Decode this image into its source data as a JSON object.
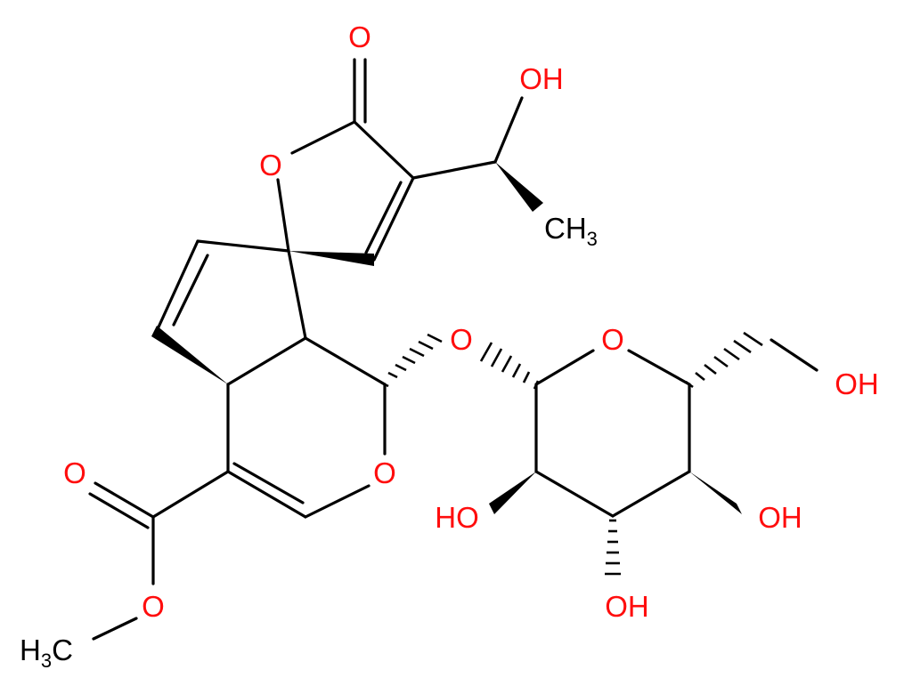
{
  "colors": {
    "oxygen": "#ff0d0d",
    "carbon": "#000000",
    "background": "#ffffff"
  },
  "atoms": {
    "o_lactone_carbonyl": "O",
    "o_side_hydroxyl": "OH",
    "o_lactone_ring": "O",
    "methyl_side": "CH",
    "methyl_side_sub": "3",
    "o_glycosidic": "O",
    "o_sugar_ring": "O",
    "o_hydroxymethyl": "OH",
    "o_ester_carbonyl": "O",
    "o_pyran_ring": "O",
    "o_sugar_2": "HO",
    "o_sugar_4": "OH",
    "o_sugar_3": "OH",
    "o_ester": "O",
    "methyl_ester_h": "H",
    "methyl_ester_sub": "3",
    "methyl_ester_c": "C"
  }
}
